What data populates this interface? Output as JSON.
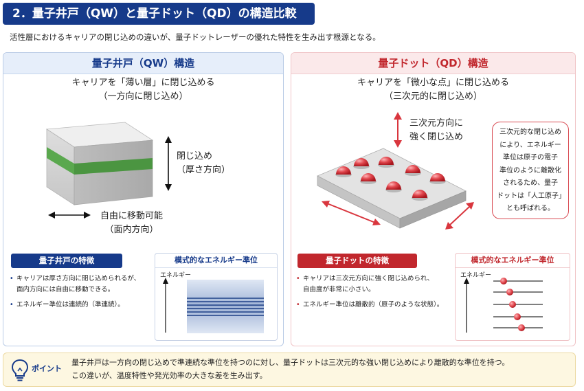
{
  "title": "2．量子井戸（QW）と量子ドット（QD）の構造比較",
  "subtitle": "活性層におけるキャリアの閉じ込めの違いが、量子ドットレーザーの優れた特性を生み出す根源となる。",
  "qw": {
    "header": "量子井戸（QW）構造",
    "desc_line1": "キャリアを「薄い層」に閉じ込める",
    "desc_line2": "（一方向に閉じ込め）",
    "conf_line1": "閉じ込め",
    "conf_line2": "（厚さ方向）",
    "move_line1": "自由に移動可能",
    "move_line2": "（面内方向）",
    "features_title": "量子井戸の特徴",
    "features": [
      "キャリアは厚さ方向に閉じ込められるが、",
      "面内方向には自由に移動できる。",
      "エネルギー準位は連続的（準連続）。"
    ],
    "energy_title": "模式的なエネルギー準位",
    "energy_axis": "エネルギー"
  },
  "qd": {
    "header": "量子ドット（QD）構造",
    "desc_line1": "キャリアを「微小な点」に閉じ込める",
    "desc_line2": "（三次元的に閉じ込め）",
    "conf_line1": "三次元方向に",
    "conf_line2": "強く閉じ込め",
    "callout": [
      "三次元的な閉じ込め",
      "により、エネルギー",
      "準位は原子の電子",
      "準位のように離散化",
      "されるため、量子",
      "ドットは「人工原子」",
      "とも呼ばれる。"
    ],
    "features_title": "量子ドットの特徴",
    "features": [
      "キャリアは三次元方向に強く閉じ込められ、",
      "自由度が非常に小さい。",
      "エネルギー準位は離散的（原子のような状態）。"
    ],
    "energy_title": "模式的なエネルギー準位",
    "energy_axis": "エネルギー"
  },
  "point": {
    "label": "ポイント",
    "line1": "量子井戸は一方向の閉じ込めで準連続な準位を持つのに対し、量子ドットは三次元的な強い閉じ込めにより離散的な準位を持つ。",
    "line2": "この違いが、温度特性や発光効率の大きな差を生み出す。"
  },
  "colors": {
    "navy": "#163a8a",
    "red": "#c1272d",
    "green_layer": "#5aa84e",
    "dot_red": "#d9363e"
  },
  "icons": [
    "bulb-icon",
    "double-arrow-icon",
    "bullet-dot-icon"
  ]
}
